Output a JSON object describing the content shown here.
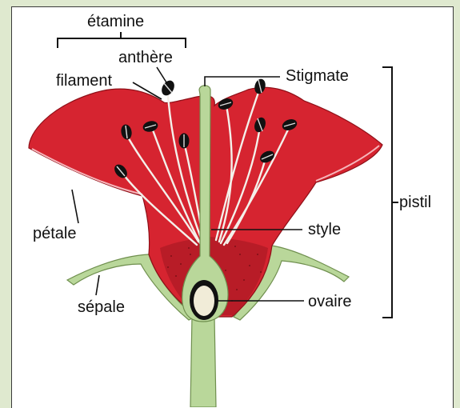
{
  "labels": {
    "etamine": "étamine",
    "anthere": "anthère",
    "filament": "filament",
    "stigmate": "Stigmate",
    "pistil": "pistil",
    "style": "style",
    "petale": "pétale",
    "sepale": "sépale",
    "ovaire": "ovaire"
  },
  "colors": {
    "background": "#dfe9cf",
    "petal": "#d62430",
    "petal_dark": "#a81520",
    "sepal": "#b9d79a",
    "pistil": "#b9d79a",
    "anther": "#111111",
    "ovule": "#f1ecd8"
  }
}
